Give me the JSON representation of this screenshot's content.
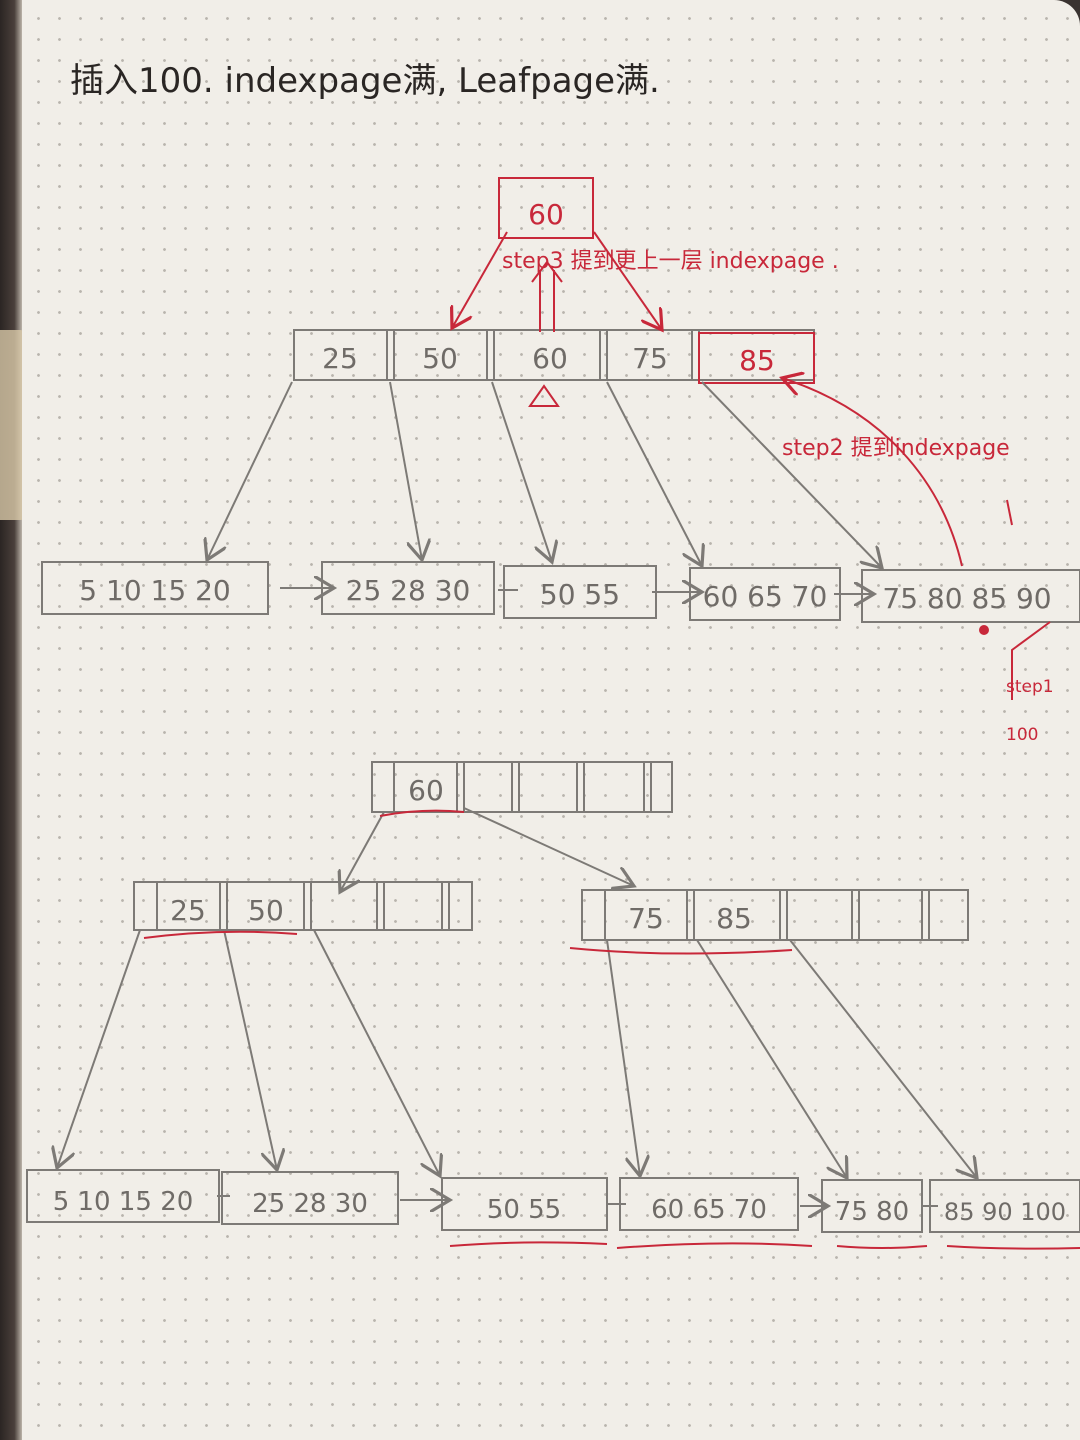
{
  "title": "插入100. indexpage满, Leafpage满.",
  "before": {
    "root": "60",
    "index_keys": [
      "25",
      "50",
      "60",
      "75",
      "85"
    ],
    "leaves": [
      "5 10 15 20",
      "25 28 30",
      "50 55",
      "60 65 70",
      "75 80 85 90"
    ],
    "notes": {
      "step1": "step1",
      "step1_value": "100",
      "step2": "step2 提到indexpage",
      "step3": "step3 提到更上一层 indexpage ."
    }
  },
  "after": {
    "root_keys": [
      "60"
    ],
    "left_index": [
      "25",
      "50"
    ],
    "right_index": [
      "75",
      "85"
    ],
    "leaves": [
      "5 10 15 20",
      "25 28 30",
      "50 55",
      "60 65 70",
      "75 80",
      "85 90 100"
    ]
  },
  "colors": {
    "pencil": "#7d7a76",
    "red_ink": "#c8283a",
    "paper": "#f1eee8"
  }
}
